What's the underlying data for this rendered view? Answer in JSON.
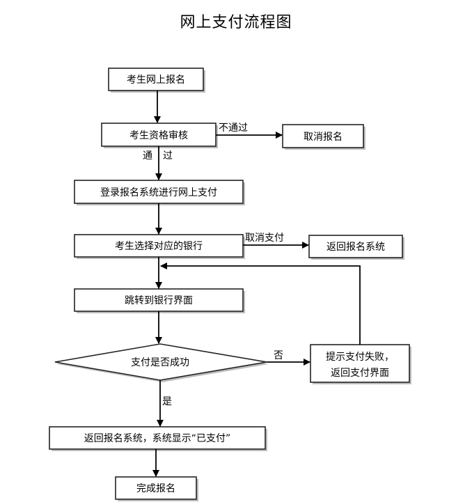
{
  "title": "网上支付流程图",
  "nodes": {
    "register": "考生网上报名",
    "review": "考生资格审核",
    "cancel_registration": "取消报名",
    "login_pay": "登录报名系统进行网上支付",
    "choose_bank": "考生选择对应的银行",
    "return_system": "返回报名系统",
    "goto_bank": "跳转到银行界面",
    "pay_success": "支付是否成功",
    "fail_line1": "提示支付失败，",
    "fail_line2": "返回支付界面",
    "paid": "返回报名系统，系统显示“已支付”",
    "done": "完成报名"
  },
  "edges": {
    "not_passed": "不通过",
    "passed_1": "通",
    "passed_2": "过",
    "cancel_pay": "取消支付",
    "no": "否",
    "yes": "是"
  }
}
